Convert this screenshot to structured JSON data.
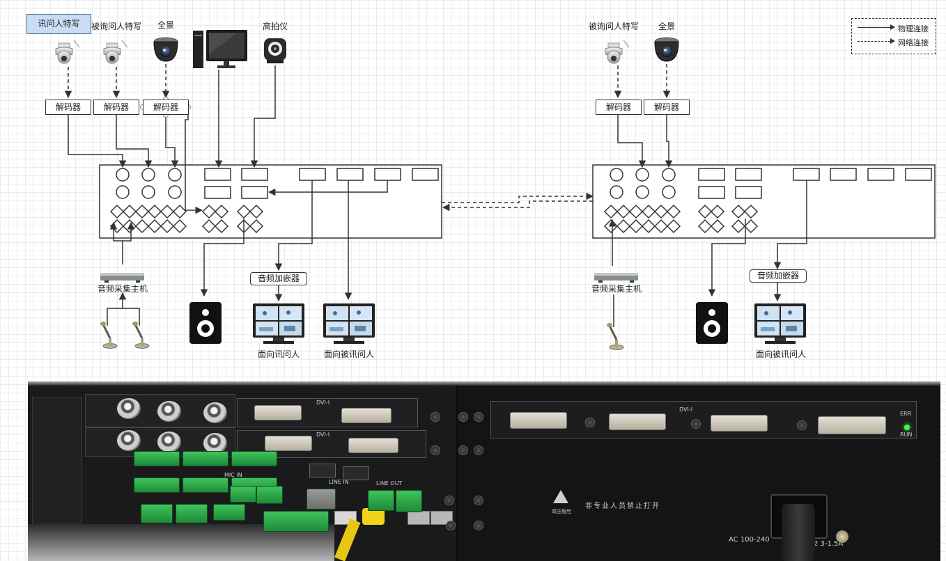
{
  "left_system": {
    "sources": {
      "interrogator_cam": "讯问人特写",
      "suspect_cam": "被询问人特写",
      "panorama_cam": "全景",
      "document_camera": "高拍仪"
    },
    "decoders": [
      "解码器",
      "解码器",
      "解码器"
    ],
    "audio_host": "音频采集主机",
    "audio_embedder": "音频加嵌器",
    "monitors": [
      "面向讯问人",
      "面向被讯问人"
    ]
  },
  "right_system": {
    "sources": {
      "suspect_cam": "被询问人特写",
      "panorama_cam": "全景"
    },
    "decoders": [
      "解码器",
      "解码器"
    ],
    "audio_host": "音频采集主机",
    "audio_embedder": "音频加嵌器",
    "monitors": [
      "面向被讯问人"
    ]
  },
  "legend": {
    "physical": "物理连接",
    "network": "网络连接"
  },
  "photo": {
    "labels": {
      "dvi_a": "DVI-I",
      "dvi_b": "DVI-I",
      "dvi_c": "DVI-I",
      "err": "ERR",
      "run": "RUN",
      "warning": "非专业人员禁止打开",
      "warning_small": "高压危险",
      "ac": "AC 100-240",
      "fuse": "2 3-1.5A",
      "line_in": "LINE IN",
      "line_out": "LINE OUT",
      "mic_in": "MIC IN"
    }
  },
  "colors": {
    "line": "#333333",
    "blue_box": "#c8dcf5",
    "network_cable": "#f2d21a",
    "terminal_green": "#2db14a"
  }
}
